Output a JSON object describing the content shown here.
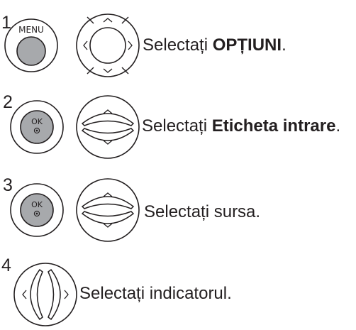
{
  "steps": [
    {
      "number": "1",
      "button_label": "MENU",
      "text_prefix": "Selectați ",
      "text_bold": "OPȚIUNI",
      "text_suffix": "."
    },
    {
      "number": "2",
      "button_label": "OK",
      "text_prefix": "Selectați ",
      "text_bold": "Eticheta intrare",
      "text_suffix": "."
    },
    {
      "number": "3",
      "button_label": "OK",
      "text_prefix": "Selectați sursa.",
      "text_bold": "",
      "text_suffix": ""
    },
    {
      "number": "4",
      "button_label": "",
      "text_prefix": "Selectați indicatorul.",
      "text_bold": "",
      "text_suffix": ""
    }
  ],
  "colors": {
    "button_fill": "#a7a9ac",
    "outline": "#231f20",
    "text": "#231f20"
  }
}
